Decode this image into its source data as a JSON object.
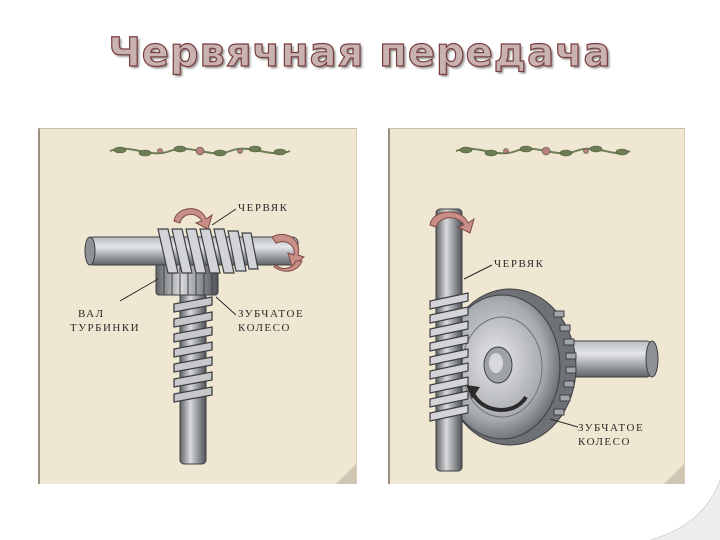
{
  "slide": {
    "title": "Червячная передача"
  },
  "left_panel": {
    "labels": {
      "worm": "ЧЕРВЯК",
      "shaft_line1": "ВАЛ",
      "shaft_line2": "ТУРБИНКИ",
      "gear_line1": "ЗУБЧАТОЕ",
      "gear_line2": "КОЛЕСО"
    }
  },
  "right_panel": {
    "labels": {
      "worm": "ЧЕРВЯК",
      "gear_line1": "ЗУБЧАТОЕ",
      "gear_line2": "КОЛЕСО"
    }
  },
  "colors": {
    "title_fill": "#c9b2b2",
    "title_outline": "#7a3e3e",
    "panel_bg": "#f0e7d2",
    "metal": "#8e9296",
    "arrow": "#c98f86"
  }
}
